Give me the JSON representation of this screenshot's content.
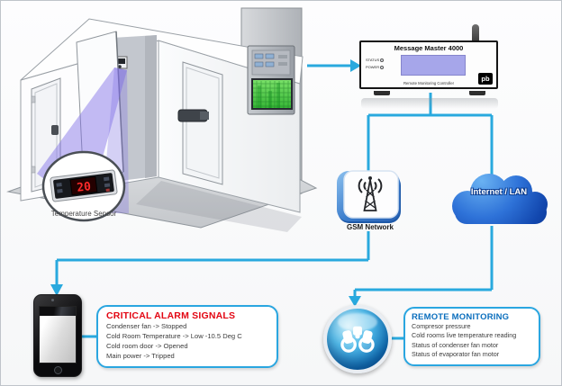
{
  "colors": {
    "connector": "#29a9de",
    "alarm_title": "#e30613",
    "monitoring_title": "#0a6ebd",
    "cloud_blue": "#1550bd",
    "beam_violet": "#7c6ae6"
  },
  "scene": {
    "temperature_sensor_label": "Temperature Sensor",
    "sensor_display": "20"
  },
  "controller": {
    "title": "Message Master 4000",
    "subtitle": "Remote Monitoring Controller",
    "led_status": "STATUS",
    "led_power": "POWER",
    "logo": "pb"
  },
  "gsm": {
    "label": "GSM Network"
  },
  "cloud": {
    "label": "Internet / LAN"
  },
  "alarm_box": {
    "title": "CRITICAL ALARM SIGNALS",
    "items": [
      "Condenser fan -> Stopped",
      "Cold Room Temperature -> Low -10.5 Deg C",
      "Cold room door -> Opened",
      "Main power -> Tripped"
    ]
  },
  "monitoring_box": {
    "title": "REMOTE MONITORING",
    "items": [
      "Compresor pressure",
      "Cold rooms live temperature reading",
      "Status of condenser fan motor",
      "Status of evaporator fan motor"
    ]
  }
}
